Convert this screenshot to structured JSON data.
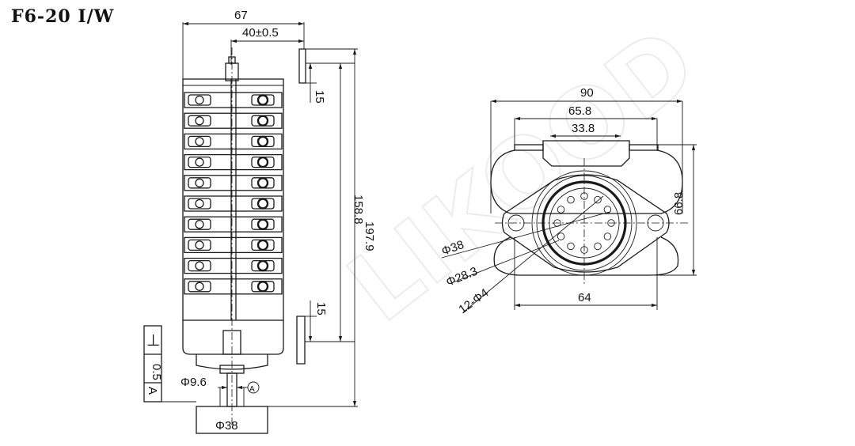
{
  "title": "F6-20 I/W",
  "side_view": {
    "width_overall": "67",
    "bracket_spacing": "40±0.5",
    "top_offset": "15",
    "bottom_offset": "15",
    "body_height": "158.8",
    "total_height": "197.9",
    "shaft_diameter": "Φ9.6",
    "flange_diameter": "Φ38",
    "datum_label": "A",
    "tolerance_symbol": "⊥",
    "tolerance_value": "0.5",
    "tolerance_datum": "A",
    "contact_rows": 10
  },
  "top_view": {
    "width_overall": "90",
    "bracket_width": "65.8",
    "tab_width": "33.8",
    "height": "66.8",
    "base_width": "64",
    "outer_diameter": "Φ38",
    "pitch_diameter": "Φ28.3",
    "holes_label": "12-Φ4",
    "hole_count": 12
  }
}
